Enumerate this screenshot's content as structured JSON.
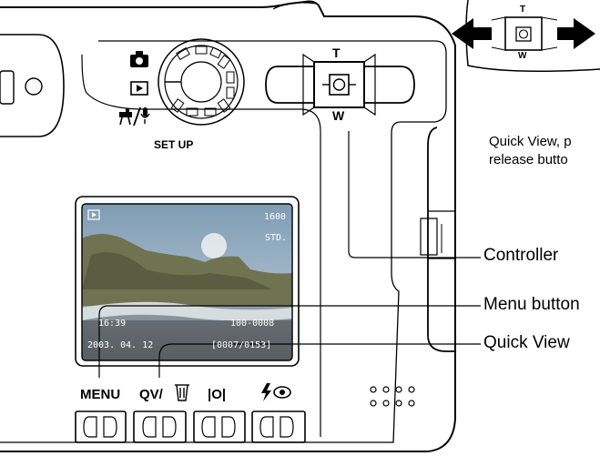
{
  "mode_dial": {
    "setup_label": "SET UP",
    "camera_icon": "camera-icon",
    "playback_icon": "playback-icon",
    "movie_voice_icon": "movie-voice-icon"
  },
  "zoom_rocker": {
    "tele_label": "T",
    "wide_label": "W"
  },
  "inset_rocker": {
    "tele_label": "T",
    "wide_label": "W"
  },
  "lcd": {
    "image_size": "1600",
    "quality": "STD.",
    "time": "16:39",
    "date": "2003. 04. 12",
    "file_number": "100-0008",
    "frame_count": "[0007/0153]",
    "playback_icon": "playback-icon"
  },
  "buttons": {
    "menu_label": "MENU",
    "qv_label": "QV/",
    "qv_icon": "trash-icon",
    "display_label": "|O|",
    "flash_icon": "flash-redeye-icon"
  },
  "callouts": {
    "quick_view_release": [
      "Quick View, p",
      "release butto"
    ],
    "controller": "Controller",
    "menu_button": "Menu button",
    "quick_view": "Quick View"
  },
  "colors": {
    "ink": "#000000",
    "lcd_sky": "#9fb6c8",
    "lcd_rock": "#6d7150"
  }
}
